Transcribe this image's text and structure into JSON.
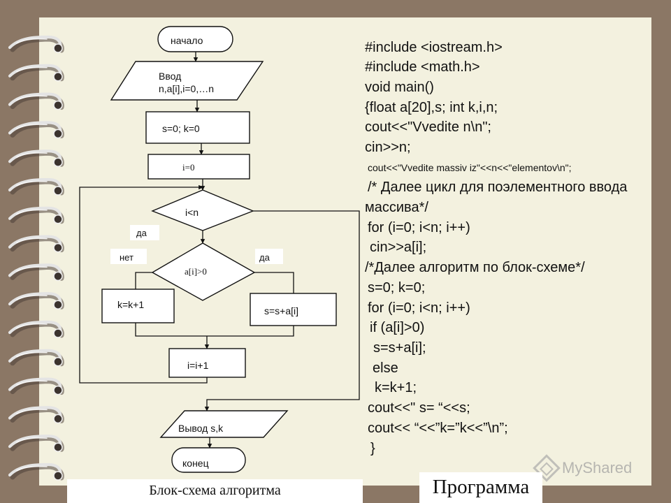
{
  "flowchart": {
    "start": "начало",
    "input": [
      "Ввод",
      "n,a[i],i=0,…n"
    ],
    "init": "s=0; k=0",
    "loop_init": "i=0",
    "loop_condition": "i<n",
    "loop_yes": "да",
    "branch_no": "нет",
    "branch_yes": "да",
    "if_condition": "a[i]>0",
    "else_action": "k=k+1",
    "if_action": "s=s+a[i]",
    "increment": "i=i+1",
    "output": "Вывод s,k",
    "end": "конец"
  },
  "program": {
    "lines": [
      "#include <iostream.h>",
      "#include <math.h>",
      "void main()",
      "{float a[20],s; int k,i,n;",
      "cout<<\"Vvedite n\\n\";",
      "cin>>n;",
      " cout<<\"Vvedite massiv iz\"<<n<<\"elementov\\n\";",
      " /* Далее цикл для поэлементного ввода",
      "массива*/",
      " for (i=0; i<n; i++)",
      "   cin>>a[i];",
      "/*Далее алгоритм по блок-схеме*/",
      " s=0; k=0;",
      " for (i=0; i<n; i++)",
      "  if (a[i]>0)",
      "   s=s+a[i];",
      "  else",
      "   k=k+1;",
      " cout<<\" s=  “<<s;",
      " cout<<  “<<”k=”k<<”\\n”;",
      " }"
    ]
  },
  "captions": {
    "flowchart": "Блок-схема алгоритма",
    "program": "Программа"
  },
  "watermark": {
    "text": "MyShared"
  },
  "colors": {
    "background": "#8b7765",
    "paper": "#f3f1df",
    "ink": "#111111",
    "box_fill": "#ffffff",
    "watermark": "#a8a8a8"
  }
}
